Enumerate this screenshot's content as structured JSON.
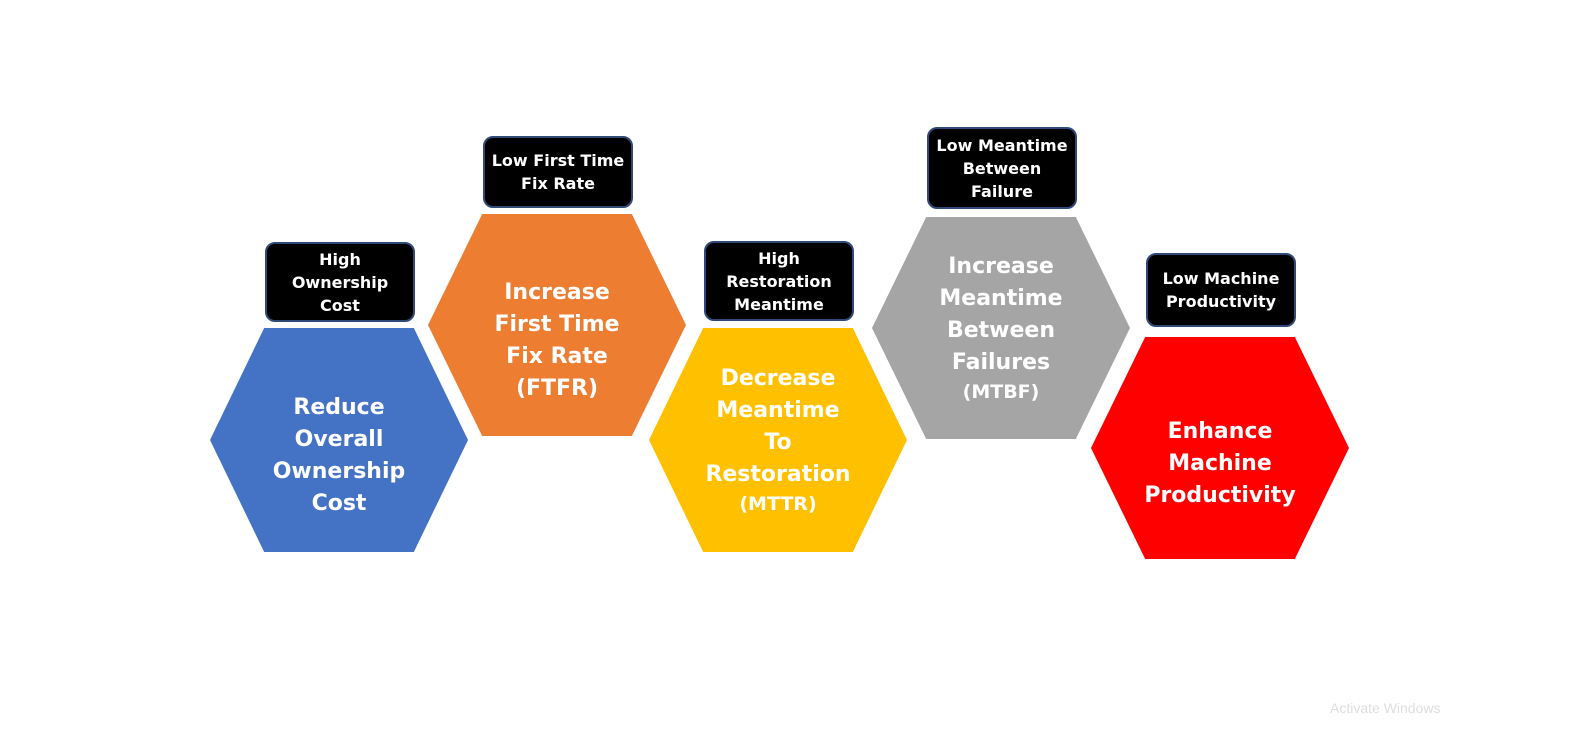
{
  "diagram": {
    "items": [
      {
        "label": "High\nOwnership\nCost",
        "title": "Reduce\nOverall\nOwnership\nCost",
        "abbr": "",
        "color": "#4472c4"
      },
      {
        "label": "Low First Time\nFix Rate",
        "title": "Increase\nFirst Time\nFix Rate\n(FTFR)",
        "abbr": "",
        "color": "#ed7d31"
      },
      {
        "label": "High\nRestoration\nMeantime",
        "title": "Decrease\nMeantime\nTo\nRestoration",
        "abbr": "(MTTR)",
        "color": "#ffc000"
      },
      {
        "label": "Low Meantime\nBetween\nFailure",
        "title": "Increase\nMeantime\nBetween\nFailures",
        "abbr": "(MTBF)",
        "color": "#a5a5a5"
      },
      {
        "label": "Low Machine\nProductivity",
        "title": "Enhance\nMachine\nProductivity",
        "abbr": "",
        "color": "#ff0000"
      }
    ]
  },
  "watermark": {
    "text": "Activate Windows"
  }
}
